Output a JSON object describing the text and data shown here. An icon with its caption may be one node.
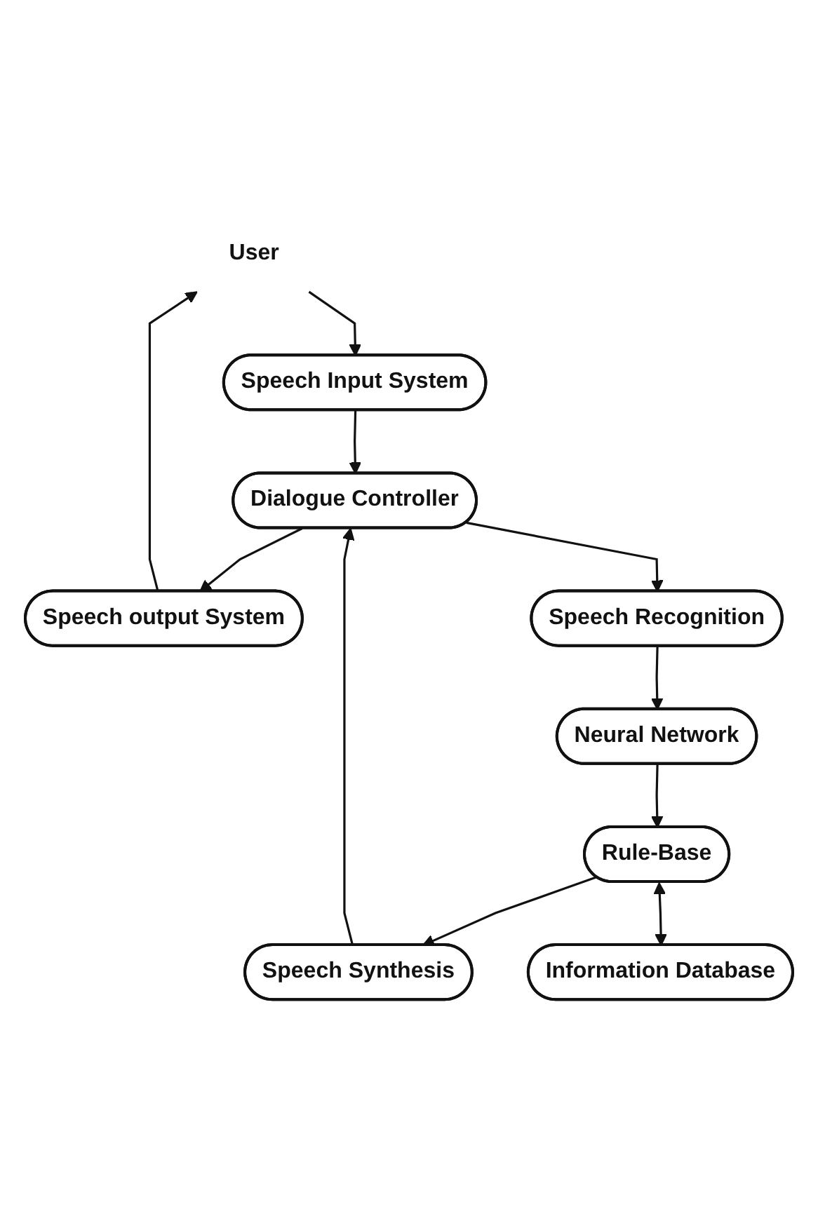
{
  "diagram": {
    "nodes": [
      {
        "text": [
          "User"
        ]
      },
      {
        "text": [
          "Speech Input System"
        ]
      },
      {
        "text": [
          "Speech output System"
        ]
      },
      {
        "text": [
          "Dialogue Controller"
        ]
      },
      {
        "text": [
          "Speech Recognition"
        ]
      },
      {
        "text": [
          "Neural Network"
        ]
      },
      {
        "text": [
          "Speech Synthesis"
        ]
      },
      {
        "text": [
          "Rule-Base"
        ]
      },
      {
        "text": [
          "Information Database"
        ]
      }
    ],
    "edges": [
      {
        "from": 0,
        "to": 1,
        "arrow": "to"
      },
      {
        "from": 2,
        "to": 0,
        "arrow": "to"
      },
      {
        "from": 1,
        "to": 3,
        "arrow": "to"
      },
      {
        "from": 3,
        "to": 2,
        "arrow": "to"
      },
      {
        "from": 3,
        "to": 4,
        "arrow": "to"
      },
      {
        "from": 4,
        "to": 5,
        "arrow": "to"
      },
      {
        "from": 5,
        "to": 7,
        "arrow": "to"
      },
      {
        "from": 7,
        "to": 6,
        "arrow": "to"
      },
      {
        "from": 6,
        "to": 3,
        "arrow": "to"
      },
      {
        "from": 7,
        "to": 8,
        "arrow": "both"
      }
    ]
  }
}
